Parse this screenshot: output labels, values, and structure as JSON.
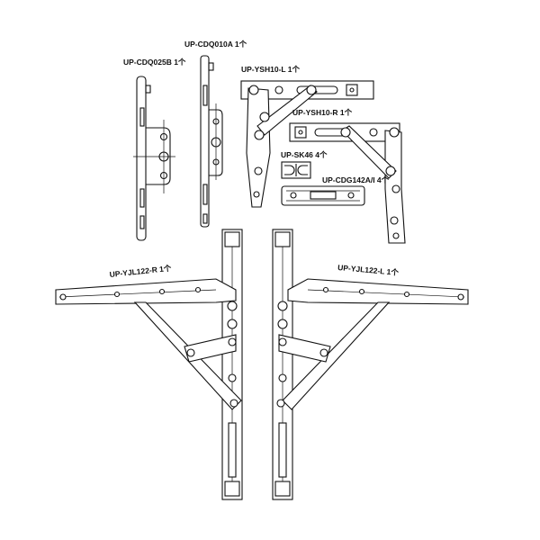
{
  "drawing": {
    "parts": [
      {
        "code": "UP-CDQ025B",
        "qty": "1个"
      },
      {
        "code": "UP-CDQ010A",
        "qty": "1个"
      },
      {
        "code": "UP-YSH10-L",
        "qty": "1个"
      },
      {
        "code": "UP-YSH10-R",
        "qty": "1个"
      },
      {
        "code": "UP-SK46",
        "qty": "4个"
      },
      {
        "code": "UP-CDG142A/I",
        "qty": "4个"
      },
      {
        "code": "UP-YJL122-R",
        "qty": "1个"
      },
      {
        "code": "UP-YJL122-L",
        "qty": "1个"
      }
    ]
  },
  "labels": {
    "cdq025b": "UP-CDQ025B 1个",
    "cdq010a": "UP-CDQ010A 1个",
    "ysh10l": "UP-YSH10-L 1个",
    "ysh10r": "UP-YSH10-R 1个",
    "sk46": "UP-SK46 4个",
    "cdg142": "UP-CDG142A/I 4个",
    "yjl122r": "UP-YJL122-R 1个",
    "yjl122l": "UP-YJL122-L 1个"
  }
}
